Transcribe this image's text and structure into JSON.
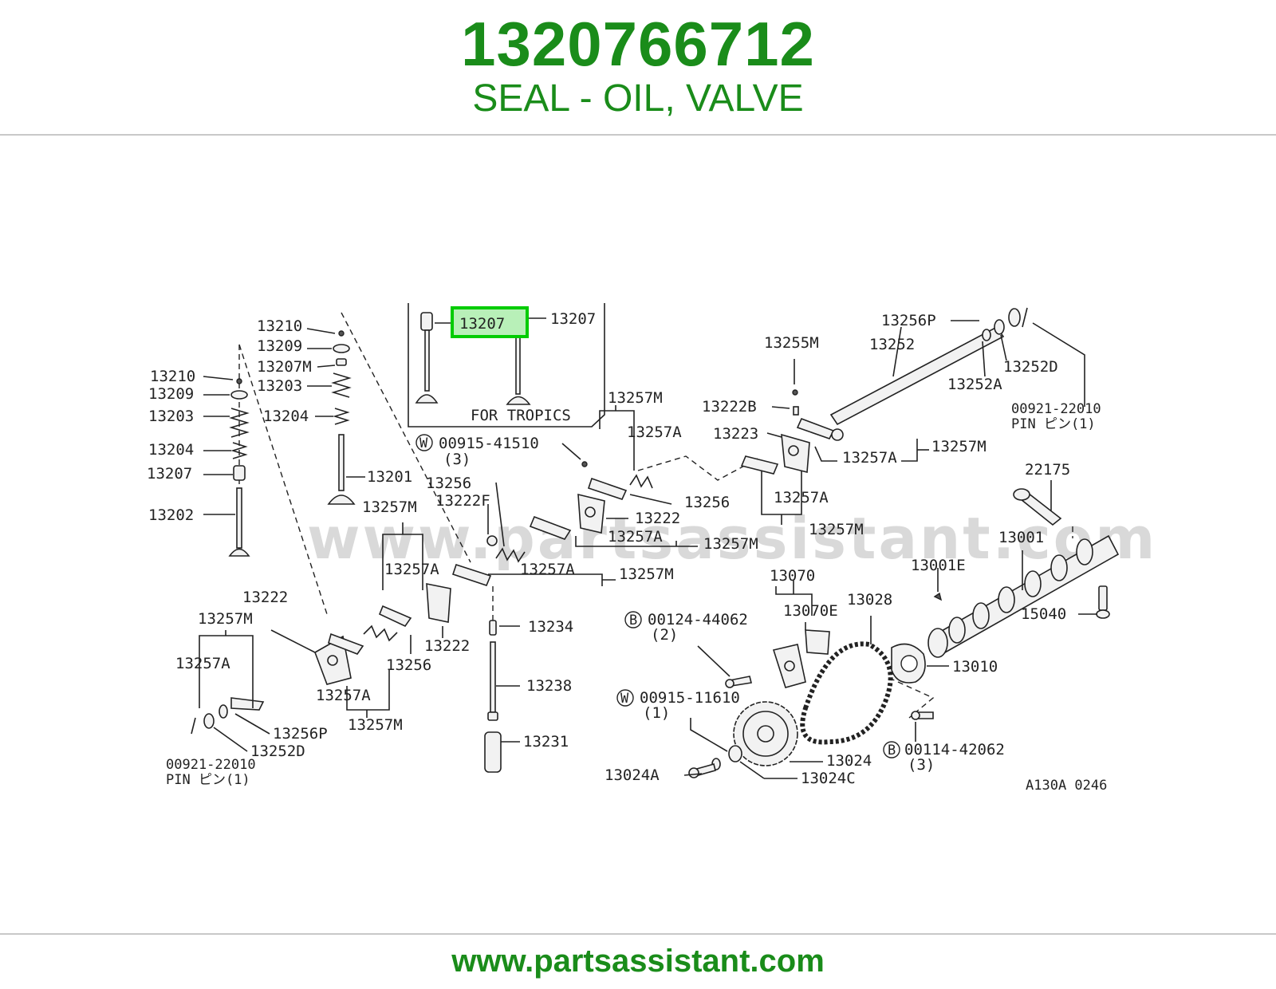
{
  "header": {
    "part_number": "1320766712",
    "description": "SEAL - OIL, VALVE"
  },
  "footer": {
    "url": "www.partsassistant.com"
  },
  "diagram": {
    "watermark": "www.partsassistant.com",
    "highlight_color": "#00cc00",
    "brand_color": "#1a8c1a",
    "highlighted_label": "13207",
    "inset_caption": "FOR TROPICS",
    "figure_code": "A130A 0246",
    "labels": {
      "l13207_right": "13207",
      "l13210_top": "13210",
      "l13209_top": "13209",
      "l13207M_top": "13207M",
      "l13203_top": "13203",
      "l13204_top": "13204",
      "l13201": "13201",
      "l13210_left": "13210",
      "l13209_left": "13209",
      "l13203_left": "13203",
      "l13204_left": "13204",
      "l13207_left": "13207",
      "l13202": "13202",
      "l13255M": "13255M",
      "l13256P_top": "13256P",
      "l13252": "13252",
      "l13252D_top": "13252D",
      "l13252A": "13252A",
      "l00921_top": "00921-22010",
      "pin_top": "PIN ピン(1)",
      "l13222B": "13222B",
      "l13223": "13223",
      "l13257A_r1": "13257A",
      "l13257M_r1": "13257M",
      "l13257A_r2": "13257A",
      "l13257M_r2": "13257M",
      "l13257M_c1": "13257M",
      "l13257A_c1": "13257A",
      "w00915_41510": "00915-41510",
      "w00915_41510_qty": "(3)",
      "l13256_c1": "13256",
      "l13256_c2": "13256",
      "l13222F": "13222F",
      "l13222_c1": "13222",
      "l13257A_c2": "13257A",
      "l13257M_c2": "13257M",
      "l13257M_l1": "13257M",
      "l13257A_l1": "13257A",
      "l13257A_c3": "13257A",
      "l13257M_c3": "13257M",
      "l13222_l1": "13222",
      "l13256_l1": "13256",
      "l13222_l2": "13222",
      "l13257M_l2": "13257M",
      "l13257A_l2": "13257A",
      "l13257A_l3": "13257A",
      "l13257M_l3": "13257M",
      "l13256P_bot": "13256P",
      "l13252D_bot": "13252D",
      "l00921_bot": "00921-22010",
      "pin_bot": "PIN ピン(1)",
      "l13234": "13234",
      "l13238": "13238",
      "l13231": "13231",
      "l22175": "22175",
      "l13001": "13001",
      "l13001E": "13001E",
      "l15040": "15040",
      "l13070": "13070",
      "l13070E": "13070E",
      "l13028": "13028",
      "b00124_44062": "00124-44062",
      "b00124_44062_qty": "(2)",
      "l13010": "13010",
      "w00915_11610": "00915-11610",
      "w00915_11610_qty": "(1)",
      "l13024": "13024",
      "l13024A": "13024A",
      "l13024C": "13024C",
      "b00114_42062": "00114-42062",
      "b00114_42062_qty": "(3)",
      "marker_w": "W",
      "marker_b": "B"
    }
  }
}
